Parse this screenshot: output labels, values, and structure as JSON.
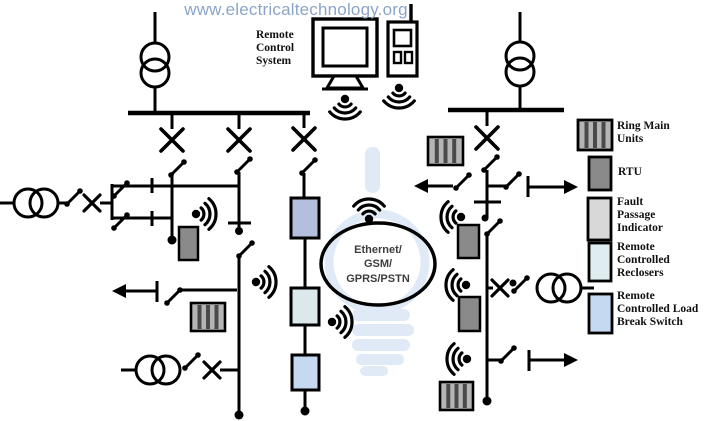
{
  "site": {
    "url": "www.electricaltechnology.org"
  },
  "remote_control": {
    "label": "Remote Control System"
  },
  "network_cloud": {
    "line1": "Ethernet/",
    "line2": "GSM/",
    "line3": "GPRS/PSTN"
  },
  "legend": {
    "items": [
      {
        "label": "Ring Main Units",
        "style": "striped-gray",
        "color": "#b5b5b5"
      },
      {
        "label": "RTU",
        "style": "solid-gray",
        "color": "#8a8a8a"
      },
      {
        "label": "Fault Passage Indicator",
        "style": "solid-light-gray",
        "color": "#d8d8d8"
      },
      {
        "label": "Remote Controlled Reclosers",
        "style": "solid-pale-cyan",
        "color": "#dfedf1"
      },
      {
        "label": "Remote Controlled Load Break Switch",
        "style": "solid-light-blue",
        "color": "#c5d9f1"
      }
    ]
  },
  "colors": {
    "line": "#000000",
    "url_text": "#8ba5c9",
    "watermark": "#c7d9f0",
    "rtu_fill": "#8a8a8a",
    "ring_main_fill": "#b5b5b5",
    "fault_passage_fill": "#d8d8d8",
    "recloser_fill": "#dbe9ed",
    "load_break_fill": "#c5d9f1"
  },
  "symbols": [
    "transformer-icon",
    "breaker-x-icon",
    "disconnect-switch-icon",
    "wifi-signal-icon",
    "bus-bar",
    "terminal-dot",
    "flow-arrow",
    "ring-main-unit-box",
    "rtu-box",
    "recloser-box",
    "load-break-switch-box",
    "monitor-icon",
    "handheld-radio-icon"
  ]
}
